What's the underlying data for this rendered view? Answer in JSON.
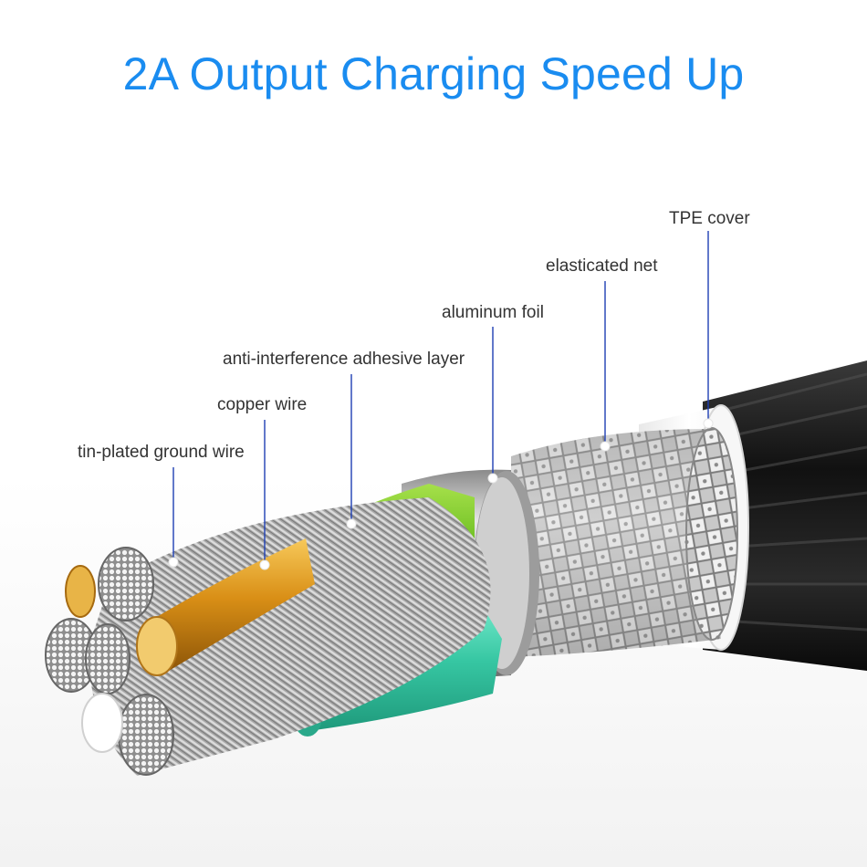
{
  "headline": "2A Output Charging Speed Up",
  "labels": {
    "tpe_cover": "TPE cover",
    "elasticated_net": "elasticated net",
    "aluminum_foil": "aluminum foil",
    "adhesive_layer": "anti-interference adhesive layer",
    "copper_wire": "copper wire",
    "ground_wire": "tin-plated ground wire"
  },
  "colors": {
    "headline": "#1a8cf0",
    "leader_line": "#1e3fb4",
    "cable_cover": "#1a1a1a",
    "insulation_green": "#7cc832",
    "insulation_teal": "#3cc8a8",
    "copper": "#d99a1e",
    "foil": "#b4b4b4"
  }
}
